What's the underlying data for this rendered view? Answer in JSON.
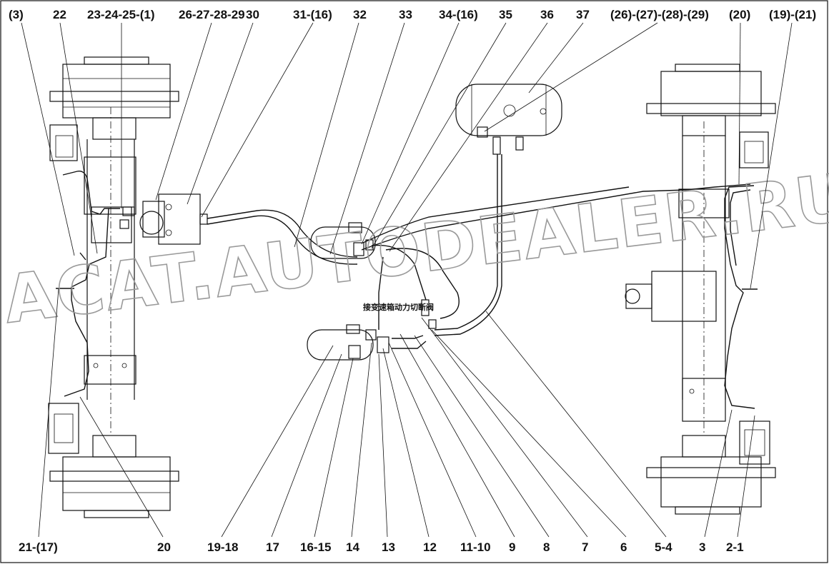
{
  "top_labels": [
    "(3)",
    "22",
    "23-24-25-(1)",
    "26-27-28-29",
    "30",
    "31-(16)",
    "32",
    "33",
    "34-(16)",
    "35",
    "36",
    "37",
    "(26)-(27)-(28)-(29)",
    "(20)",
    "(19)-(21)"
  ],
  "bottom_labels": [
    "21-(17)",
    "20",
    "19-18",
    "17",
    "16-15",
    "14",
    "13",
    "12",
    "11-10",
    "9",
    "8",
    "7",
    "6",
    "5-4",
    "3",
    "2-1"
  ],
  "valve_note": "接变速箱动力切断阀",
  "watermark": "ACAT.AUTODEALER.RU"
}
